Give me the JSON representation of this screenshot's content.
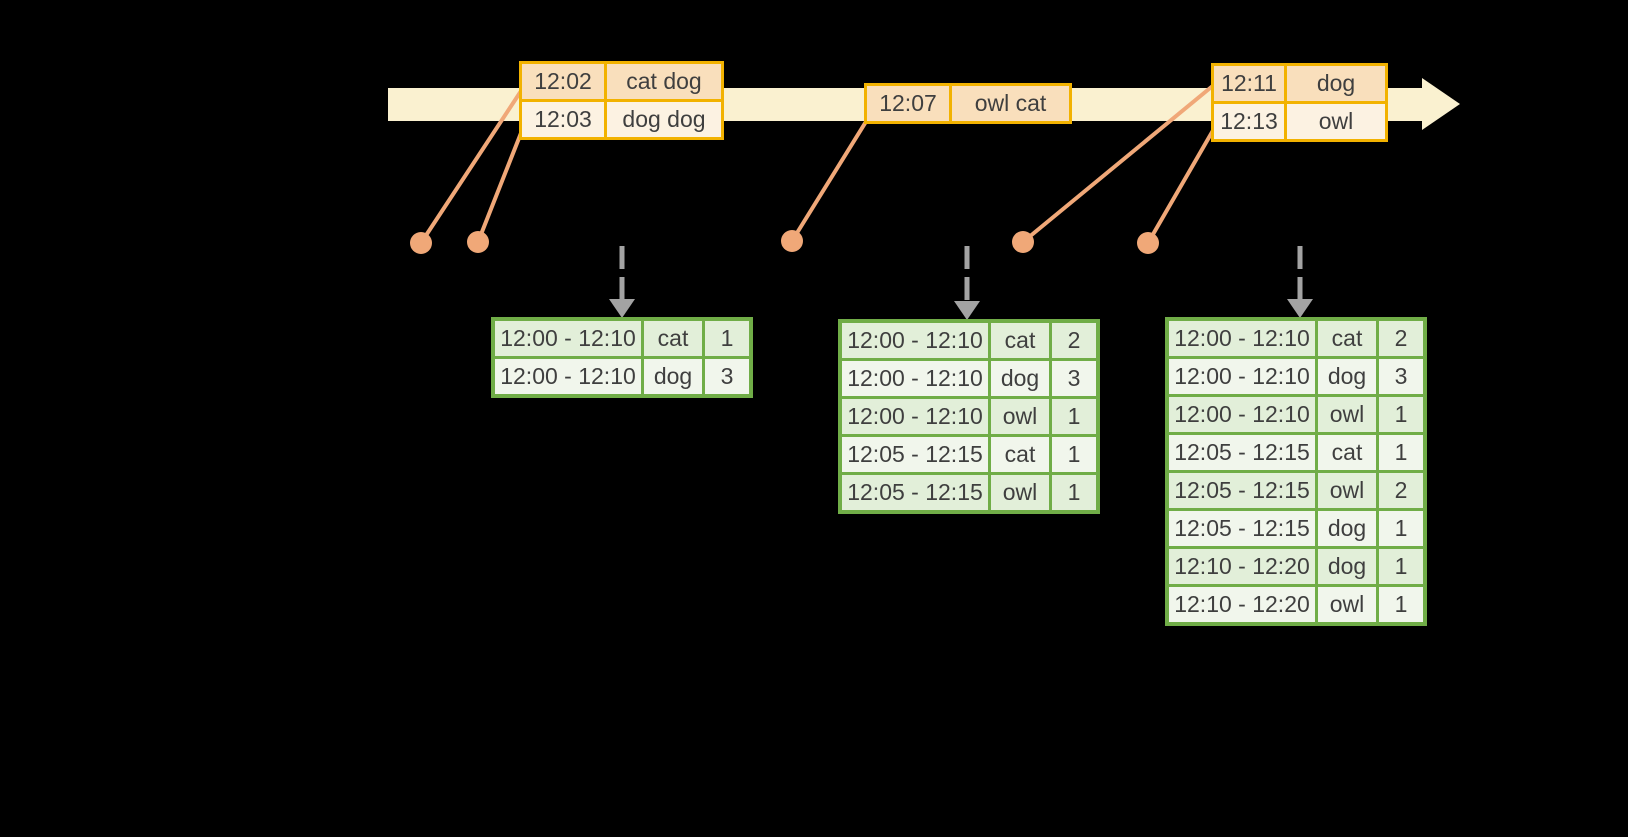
{
  "colors": {
    "background": "#000000",
    "timeline_fill": "#faf1d0",
    "event_table_border": "#f2b200",
    "event_row_dark": "#f9dfbc",
    "event_row_light": "#fcf2e2",
    "connector": "#f0a878",
    "trigger_arrow": "#a3a3a3",
    "result_table_border": "#70ad47",
    "result_row_dark": "#e2efd9",
    "result_row_light": "#f1f6ec",
    "text": "#3f3f3f"
  },
  "graphics": {
    "timeline": "right-arrow-band",
    "event_marker": "dot",
    "trigger": "dashed-down-arrow"
  },
  "event_tables": [
    {
      "rows": [
        [
          "12:02",
          "cat dog"
        ],
        [
          "12:03",
          "dog dog"
        ]
      ]
    },
    {
      "rows": [
        [
          "12:07",
          "owl cat"
        ]
      ]
    },
    {
      "rows": [
        [
          "12:11",
          "dog"
        ],
        [
          "12:13",
          "owl"
        ]
      ]
    }
  ],
  "result_tables": [
    {
      "rows": [
        [
          "12:00 - 12:10",
          "cat",
          "1"
        ],
        [
          "12:00 - 12:10",
          "dog",
          "3"
        ]
      ]
    },
    {
      "rows": [
        [
          "12:00 - 12:10",
          "cat",
          "2"
        ],
        [
          "12:00 - 12:10",
          "dog",
          "3"
        ],
        [
          "12:00 - 12:10",
          "owl",
          "1"
        ],
        [
          "12:05 - 12:15",
          "cat",
          "1"
        ],
        [
          "12:05 - 12:15",
          "owl",
          "1"
        ]
      ]
    },
    {
      "rows": [
        [
          "12:00 - 12:10",
          "cat",
          "2"
        ],
        [
          "12:00 - 12:10",
          "dog",
          "3"
        ],
        [
          "12:00 - 12:10",
          "owl",
          "1"
        ],
        [
          "12:05 - 12:15",
          "cat",
          "1"
        ],
        [
          "12:05 - 12:15",
          "owl",
          "2"
        ],
        [
          "12:05 - 12:15",
          "dog",
          "1"
        ],
        [
          "12:10 - 12:20",
          "dog",
          "1"
        ],
        [
          "12:10 - 12:20",
          "owl",
          "1"
        ]
      ]
    }
  ]
}
